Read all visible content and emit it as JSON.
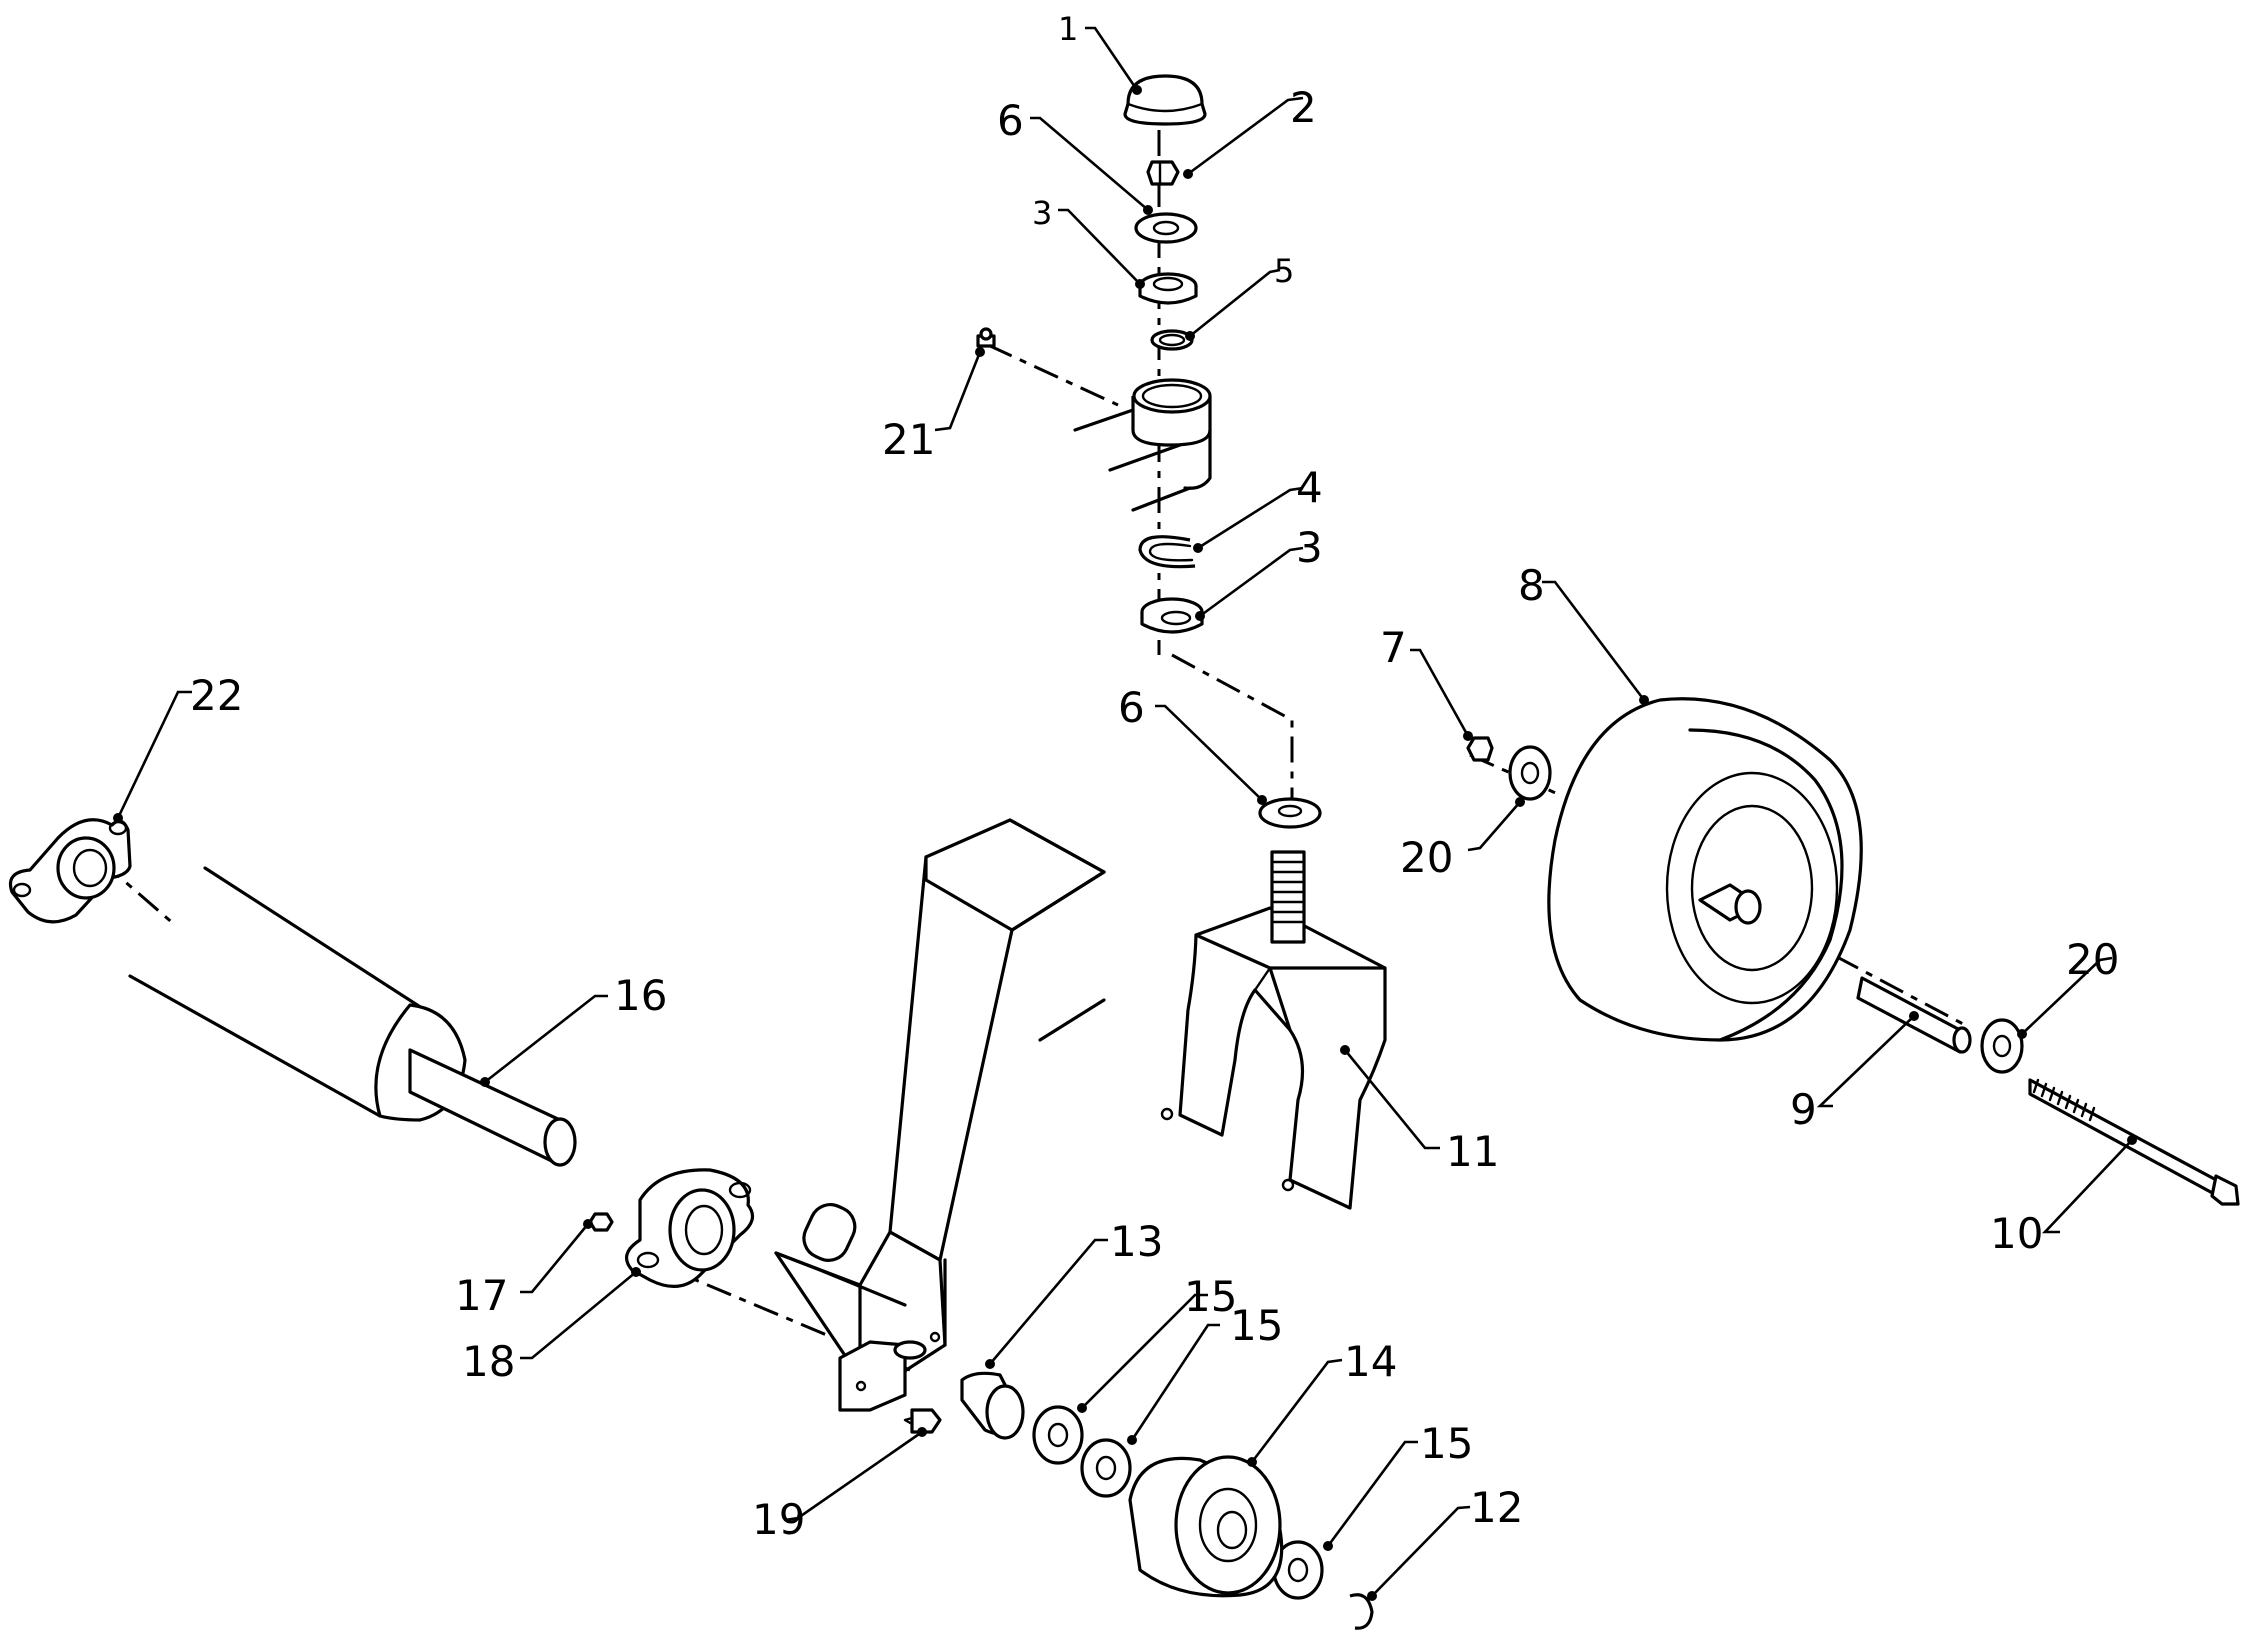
{
  "diagram": {
    "labels": {
      "l1": "1",
      "l2": "2",
      "l3a": "3",
      "l3b": "3",
      "l4": "4",
      "l5": "5",
      "l6a": "6",
      "l6b": "6",
      "l7": "7",
      "l8": "8",
      "l9": "9",
      "l10": "10",
      "l11": "11",
      "l12": "12",
      "l13": "13",
      "l14": "14",
      "l15a": "15",
      "l15b": "15",
      "l15c": "15",
      "l16": "16",
      "l17": "17",
      "l18": "18",
      "l19": "19",
      "l20a": "20",
      "l20b": "20",
      "l21": "21",
      "l22": "22"
    }
  }
}
